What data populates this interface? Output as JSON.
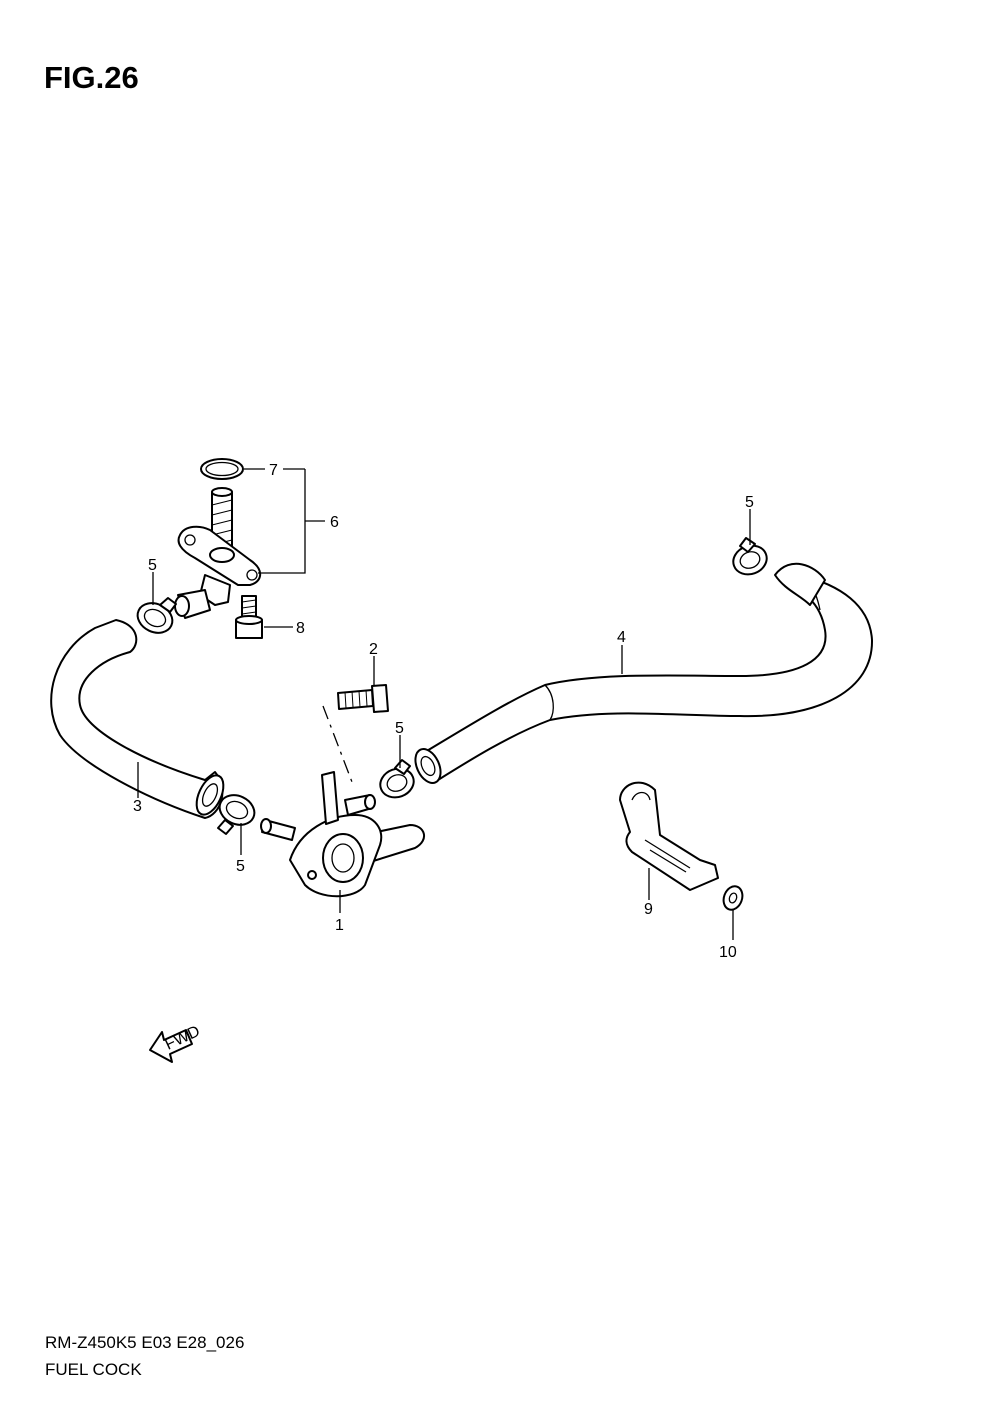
{
  "figure": {
    "title": "FIG.26"
  },
  "footer": {
    "model_code": "RM-Z450K5 E03 E28_026",
    "section_name": "FUEL COCK"
  },
  "fwd_arrow": {
    "label": "FWD"
  },
  "callouts": {
    "c1": "1",
    "c2": "2",
    "c3": "3",
    "c4": "4",
    "c5a": "5",
    "c5b": "5",
    "c5c": "5",
    "c5d": "5",
    "c6": "6",
    "c7": "7",
    "c8": "8",
    "c9": "9",
    "c10": "10"
  }
}
